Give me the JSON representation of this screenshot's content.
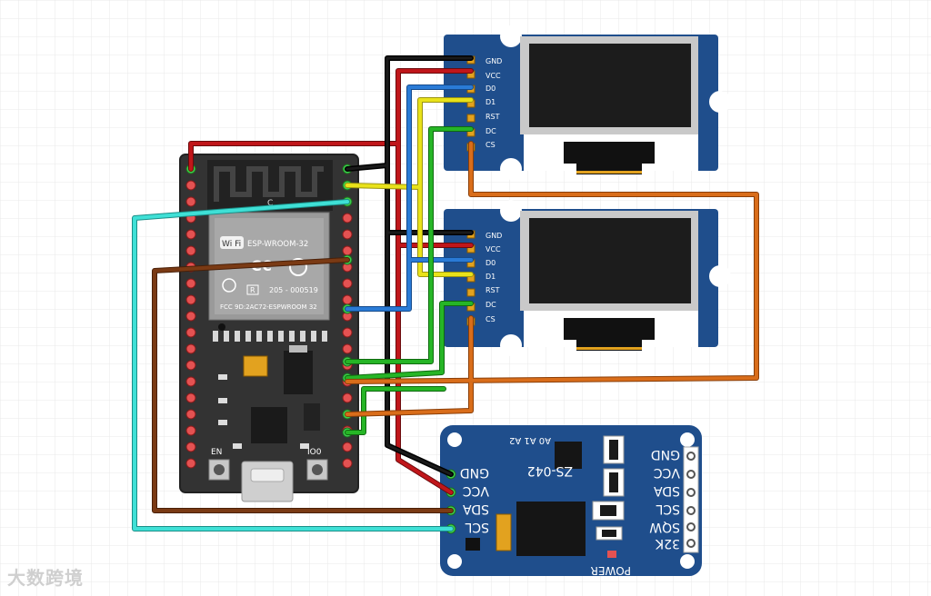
{
  "colors": {
    "grid": "#e6e6e6",
    "esp_board": "#3a3a3a",
    "module_blue": "#1f4e8c",
    "wire_black": "#111111",
    "wire_red": "#c0161a",
    "wire_blue": "#2a7bd6",
    "wire_yellow": "#e9e21a",
    "wire_green": "#26b526",
    "wire_orange": "#d96d1a",
    "wire_cyan": "#3fe0d6",
    "wire_brown": "#7a3a14"
  },
  "esp32": {
    "module_label": "ESP-WROOM-32",
    "wifi_label": "Wi Fi",
    "cert_r": "R",
    "cert_code": "205 - 000519",
    "fcc_label": "FCC 9D:2AC72-ESPWROOM 32",
    "antenna_mark": "C",
    "btn_en": "EN",
    "btn_io0": "IO0"
  },
  "oled_pins": [
    "GND",
    "VCC",
    "D0",
    "D1",
    "RST",
    "DC",
    "CS"
  ],
  "rtc": {
    "label": "ZS-042",
    "addr_label": "A0 A1 A2",
    "left_pins": [
      "GND",
      "VCC",
      "SDA",
      "SCL"
    ],
    "right_pins": [
      "GND",
      "VCC",
      "SDA",
      "SCL",
      "SQW",
      "32K"
    ],
    "power_label": "POWER"
  },
  "watermark": "大数跨境"
}
